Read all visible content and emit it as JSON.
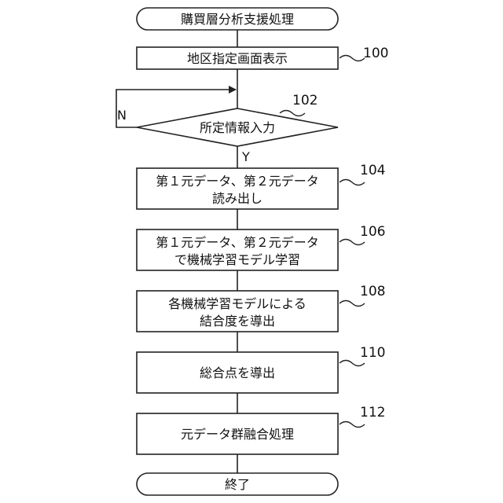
{
  "flowchart": {
    "start_label": "購買層分析支援処理",
    "end_label": "終了",
    "steps": [
      {
        "id": "s100",
        "lines": [
          "地区指定画面表示"
        ],
        "ref": "100"
      },
      {
        "id": "d102",
        "lines": [
          "所定情報入力"
        ],
        "ref": "102",
        "decision": true,
        "no_label": "N",
        "yes_label": "Y"
      },
      {
        "id": "s104",
        "lines": [
          "第１元データ、第２元データ",
          "読み出し"
        ],
        "ref": "104"
      },
      {
        "id": "s106",
        "lines": [
          "第１元データ、第２元データ",
          "で機械学習モデル学習"
        ],
        "ref": "106"
      },
      {
        "id": "s108",
        "lines": [
          "各機械学習モデルによる",
          "結合度を導出"
        ],
        "ref": "108"
      },
      {
        "id": "s110",
        "lines": [
          "総合点を導出"
        ],
        "ref": "110"
      },
      {
        "id": "s112",
        "lines": [
          "元データ群融合処理"
        ],
        "ref": "112"
      }
    ]
  },
  "colors": {
    "stroke": "#222222",
    "text": "#111111",
    "background": "#ffffff"
  }
}
